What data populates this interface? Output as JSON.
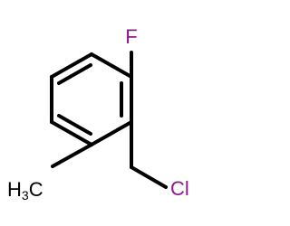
{
  "molecule": {
    "atoms": {
      "fluorine": {
        "label": "F",
        "color": "#8b1a8b"
      },
      "chlorine": {
        "label": "Cl",
        "color": "#8b1a8b"
      },
      "methyl": {
        "label_main": "H",
        "label_subscript": "3",
        "label_tail": "C",
        "color": "#000000"
      }
    },
    "bond_color": "#000000",
    "background": "#ffffff"
  }
}
